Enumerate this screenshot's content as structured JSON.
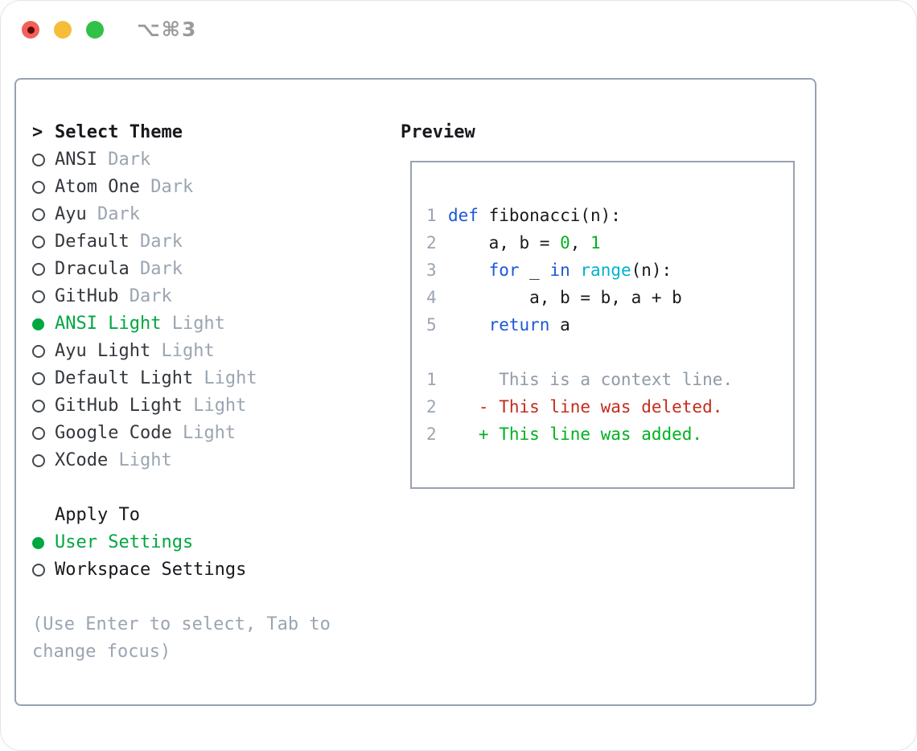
{
  "colors": {
    "accent-green": "#00a73f",
    "keyword-blue": "#1b57d7",
    "builtin-cyan": "#00b2cf",
    "literal-green": "#00b120",
    "diff-red": "#c32c1d",
    "diff-green": "#00b120",
    "context-gray": "#8f9aa7",
    "muted-gray": "#9aa5b2",
    "text-dark": "#17191d",
    "border-gray": "#98a2ae"
  },
  "window": {
    "title_shortcut": "⌥⌘3"
  },
  "theme_picker": {
    "prompt": ">",
    "header": "Select Theme",
    "items": [
      {
        "name": "ANSI",
        "variant": "Dark",
        "selected": false
      },
      {
        "name": "Atom One",
        "variant": "Dark",
        "selected": false
      },
      {
        "name": "Ayu",
        "variant": "Dark",
        "selected": false
      },
      {
        "name": "Default",
        "variant": "Dark",
        "selected": false
      },
      {
        "name": "Dracula",
        "variant": "Dark",
        "selected": false
      },
      {
        "name": "GitHub",
        "variant": "Dark",
        "selected": false
      },
      {
        "name": "ANSI Light",
        "variant": "Light",
        "selected": true
      },
      {
        "name": "Ayu Light",
        "variant": "Light",
        "selected": false
      },
      {
        "name": "Default Light",
        "variant": "Light",
        "selected": false
      },
      {
        "name": "GitHub Light",
        "variant": "Light",
        "selected": false
      },
      {
        "name": "Google Code",
        "variant": "Light",
        "selected": false
      },
      {
        "name": "XCode",
        "variant": "Light",
        "selected": false
      }
    ]
  },
  "apply_to": {
    "header": "Apply To",
    "options": [
      {
        "label": "User Settings",
        "selected": true
      },
      {
        "label": "Workspace Settings",
        "selected": false
      }
    ]
  },
  "help_text": {
    "line1": "(Use Enter to select, Tab to",
    "line2": "change focus)"
  },
  "preview": {
    "header": "Preview",
    "lines": [
      {
        "num": "1",
        "parts": [
          {
            "t": "def",
            "c": "kw"
          },
          {
            "t": " fibonacci(n):",
            "c": "pl"
          }
        ]
      },
      {
        "num": "2",
        "parts": [
          {
            "t": "    a, b = ",
            "c": "pl"
          },
          {
            "t": "0",
            "c": "gr"
          },
          {
            "t": ", ",
            "c": "pl"
          },
          {
            "t": "1",
            "c": "gr"
          }
        ]
      },
      {
        "num": "3",
        "parts": [
          {
            "t": "    ",
            "c": "pl"
          },
          {
            "t": "for",
            "c": "kw"
          },
          {
            "t": " _ ",
            "c": "pl"
          },
          {
            "t": "in",
            "c": "kw"
          },
          {
            "t": " ",
            "c": "pl"
          },
          {
            "t": "range",
            "c": "cy"
          },
          {
            "t": "(n):",
            "c": "pl"
          }
        ]
      },
      {
        "num": "4",
        "parts": [
          {
            "t": "        a, b = b, a + b",
            "c": "pl"
          }
        ]
      },
      {
        "num": "5",
        "parts": [
          {
            "t": "    ",
            "c": "pl"
          },
          {
            "t": "return",
            "c": "kw"
          },
          {
            "t": " a",
            "c": "pl"
          }
        ]
      },
      {
        "num": "",
        "parts": []
      },
      {
        "num": "1",
        "parts": [
          {
            "t": "     This is a context line.",
            "c": "ctx"
          }
        ]
      },
      {
        "num": "2",
        "parts": [
          {
            "t": "   - This line was deleted.",
            "c": "del"
          }
        ]
      },
      {
        "num": "2",
        "parts": [
          {
            "t": "   + This line was added.",
            "c": "add"
          }
        ]
      }
    ]
  }
}
